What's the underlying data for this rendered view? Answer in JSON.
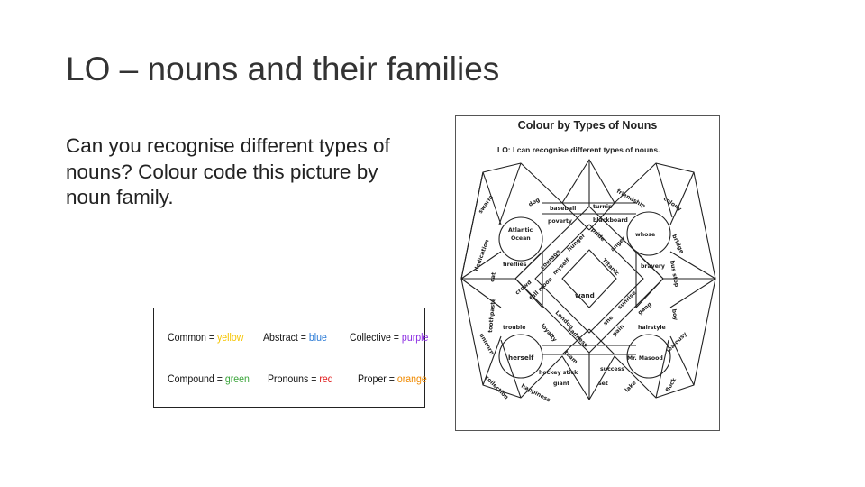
{
  "slide": {
    "title": "LO – nouns and their families",
    "body": "Can you recognise different types of nouns?  Colour code this picture by noun family."
  },
  "key": {
    "items": [
      {
        "label": "Common = ",
        "colour_word": "yellow",
        "color": "#f5c400"
      },
      {
        "label": "Abstract = ",
        "colour_word": "blue",
        "color": "#2b7bd6"
      },
      {
        "label": "Collective = ",
        "colour_word": "purple",
        "color": "#8a2be2"
      },
      {
        "label": "Compound = ",
        "colour_word": "green",
        "color": "#3aa53a"
      },
      {
        "label": "Pronouns = ",
        "colour_word": "red",
        "color": "#e02020"
      },
      {
        "label": "Proper = ",
        "colour_word": "orange",
        "color": "#f08a00"
      }
    ]
  },
  "worksheet": {
    "title": "Colour by Types of Nouns",
    "lo": "LO: I can recognise different types of nouns.",
    "words": {
      "swarm": "swarm",
      "dog": "dog",
      "baseball": "baseball",
      "turnip": "turnip",
      "friendship": "friendship",
      "colony": "colony",
      "poverty": "poverty",
      "blackboard": "blackboard",
      "atlantic": "Atlantic",
      "ocean": "Ocean",
      "whose": "whose",
      "dedication": "dedication",
      "bridge": "bridge",
      "pride": "pride",
      "hunger": "hunger",
      "anger": "anger",
      "courage": "courage",
      "cat": "cat",
      "fireflies": "fireflies",
      "myself": "myself",
      "titanic": "Titanic",
      "bravery": "bravery",
      "bus_stop": "bus stop",
      "crowd": "crowd",
      "full_moon": "full moon",
      "wand": "wand",
      "sunrise": "sunrise",
      "gang": "gang",
      "toothpaste": "toothpaste",
      "boy": "boy",
      "london": "London",
      "she": "she",
      "trouble": "trouble",
      "hairstyle": "hairstyle",
      "loyalty": "loyalty",
      "pain": "pain",
      "sadness": "sadness",
      "unicorn": "unicorn",
      "jealousy": "jealousy",
      "herself": "herself",
      "mr_masood": "Mr. Masood",
      "team": "team",
      "hockey_stick": "hockey stick",
      "success": "success",
      "collection": "collection",
      "giant": "giant",
      "set": "set",
      "lake": "lake",
      "flock": "flock",
      "happiness": "happiness"
    }
  }
}
